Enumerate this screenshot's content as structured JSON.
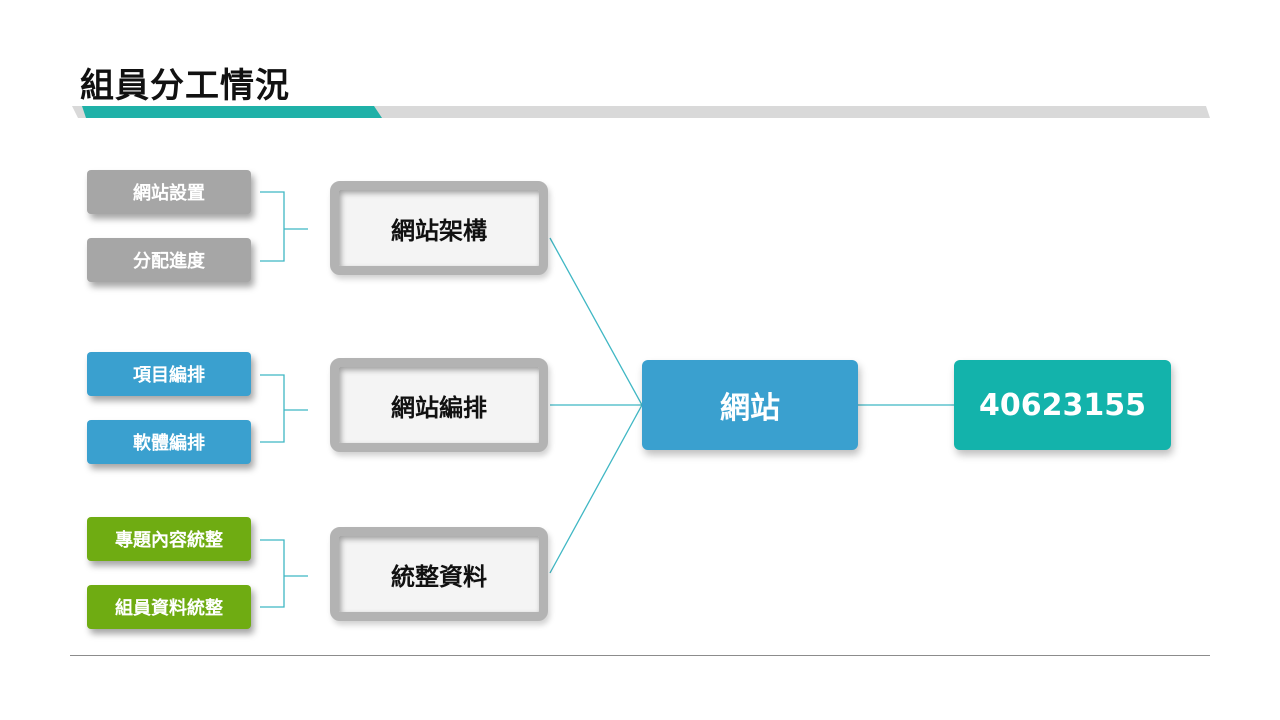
{
  "title": "組員分工情況",
  "colors": {
    "gray_leaf": "#a6a6a6",
    "blue_leaf": "#3aa0cf",
    "green_leaf": "#6fac12",
    "connector": "#3fb7c4",
    "center": "#3aa0cf",
    "id_box": "#13b3ab",
    "title_bar_accent": "#1fb1a8"
  },
  "leaves": [
    "網站設置",
    "分配進度",
    "項目編排",
    "軟體編排",
    "專題內容統整",
    "組員資料統整"
  ],
  "groups": [
    "網站架構",
    "網站編排",
    "統整資料"
  ],
  "center": "網站",
  "member_id": "40623155"
}
